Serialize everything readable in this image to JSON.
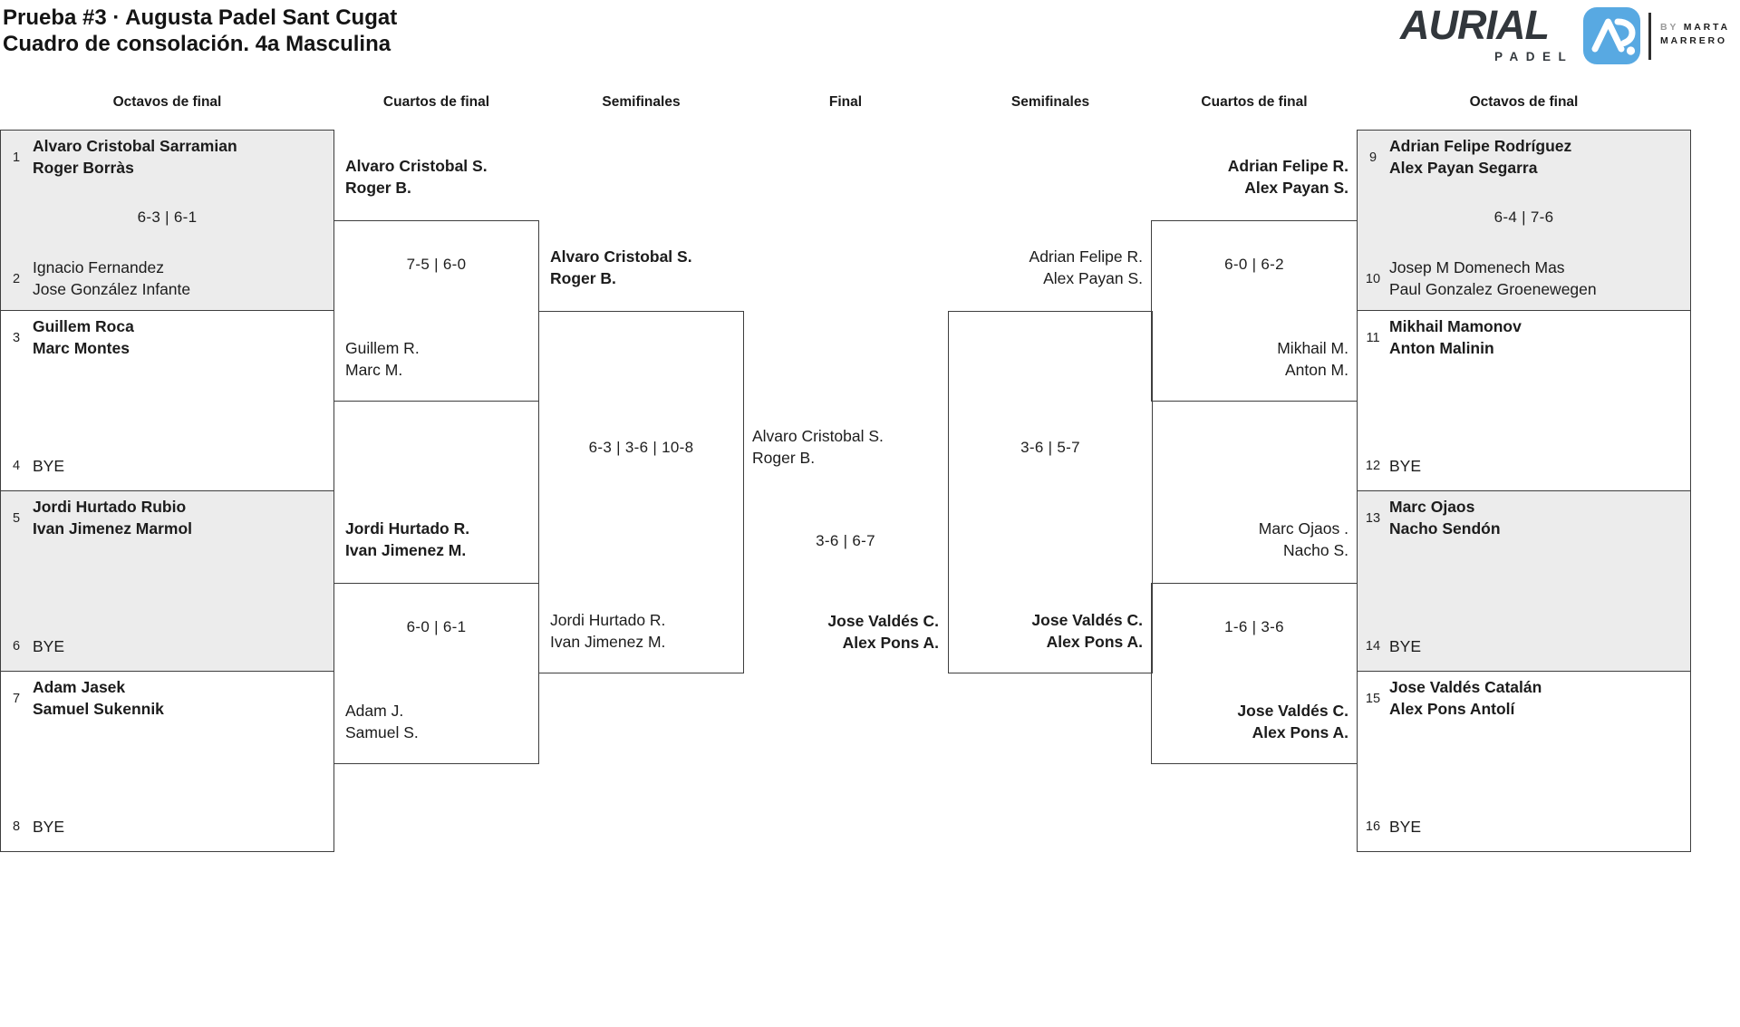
{
  "header": {
    "title": "Prueba #3 · Augusta Padel Sant Cugat\nCuadro de consolación. 4a Masculina"
  },
  "logo": {
    "brand": "AURIAL",
    "word": "PADEL",
    "by": "BY",
    "name_line1": "MARTA",
    "name_line2": "MARRERO",
    "icon": "aurial-monogram",
    "accent_color": "#58a9e2"
  },
  "rounds": [
    "Octavos de final",
    "Cuartos de final",
    "Semifinales",
    "Final",
    "Semifinales",
    "Cuartos de final",
    "Octavos de final"
  ],
  "octavos_left": [
    {
      "seed1": "1",
      "team1": "Alvaro Cristobal Sarramian\nRoger Borràs",
      "score": "6-3 | 6-1",
      "seed2": "2",
      "team2": "Ignacio Fernandez\nJose González Infante",
      "winner": "team1"
    },
    {
      "seed1": "3",
      "team1": "Guillem Roca\nMarc Montes",
      "score": "",
      "seed2": "4",
      "team2": "BYE",
      "winner": "team1"
    },
    {
      "seed1": "5",
      "team1": "Jordi Hurtado Rubio\nIvan Jimenez Marmol",
      "score": "",
      "seed2": "6",
      "team2": "BYE",
      "winner": "team1"
    },
    {
      "seed1": "7",
      "team1": "Adam Jasek\nSamuel Sukennik",
      "score": "",
      "seed2": "8",
      "team2": "BYE",
      "winner": "team1"
    }
  ],
  "octavos_right": [
    {
      "seed1": "9",
      "team1": "Adrian Felipe Rodríguez\nAlex Payan Segarra",
      "score": "6-4 | 7-6",
      "seed2": "10",
      "team2": "Josep M Domenech Mas\nPaul Gonzalez Groenewegen",
      "winner": "team1"
    },
    {
      "seed1": "11",
      "team1": "Mikhail Mamonov\nAnton Malinin",
      "score": "",
      "seed2": "12",
      "team2": "BYE",
      "winner": "team1"
    },
    {
      "seed1": "13",
      "team1": "Marc Ojaos\nNacho Sendón",
      "score": "",
      "seed2": "14",
      "team2": "BYE",
      "winner": "team1"
    },
    {
      "seed1": "15",
      "team1": "Jose Valdés Catalán\nAlex Pons Antolí",
      "score": "",
      "seed2": "16",
      "team2": "BYE",
      "winner": "team1"
    }
  ],
  "cuartos_left": [
    {
      "team1": "Alvaro Cristobal S.\nRoger B.",
      "score": "7-5 | 6-0",
      "team2": "Guillem R.\nMarc M.",
      "winner": "team1"
    },
    {
      "team1": "Jordi Hurtado R.\nIvan Jimenez M.",
      "score": "6-0 | 6-1",
      "team2": "Adam J.\nSamuel S.",
      "winner": "team1"
    }
  ],
  "cuartos_right": [
    {
      "team1": "Adrian Felipe R.\nAlex Payan S.",
      "score": "6-0 | 6-2",
      "team2": "Mikhail M.\nAnton M.",
      "winner": "team1"
    },
    {
      "team1": "Marc Ojaos .\nNacho S.",
      "score": "1-6 | 3-6",
      "team2": "Jose Valdés C.\nAlex Pons A.",
      "winner": "team2"
    }
  ],
  "semifinal_left": {
    "team1": "Alvaro Cristobal S.\nRoger B.",
    "score": "6-3 | 3-6 | 10-8",
    "team2": "Jordi Hurtado R.\nIvan Jimenez M.",
    "winner": "team1"
  },
  "semifinal_right": {
    "team1": "Adrian Felipe R.\nAlex Payan S.",
    "score": "3-6 | 5-7",
    "team2": "Jose Valdés C.\nAlex Pons A.",
    "winner": "team2"
  },
  "final": {
    "team1": "Alvaro Cristobal S.\nRoger B.",
    "score": "3-6 | 6-7",
    "team2": "Jose Valdés C.\nAlex Pons A.",
    "winner": "team2"
  }
}
